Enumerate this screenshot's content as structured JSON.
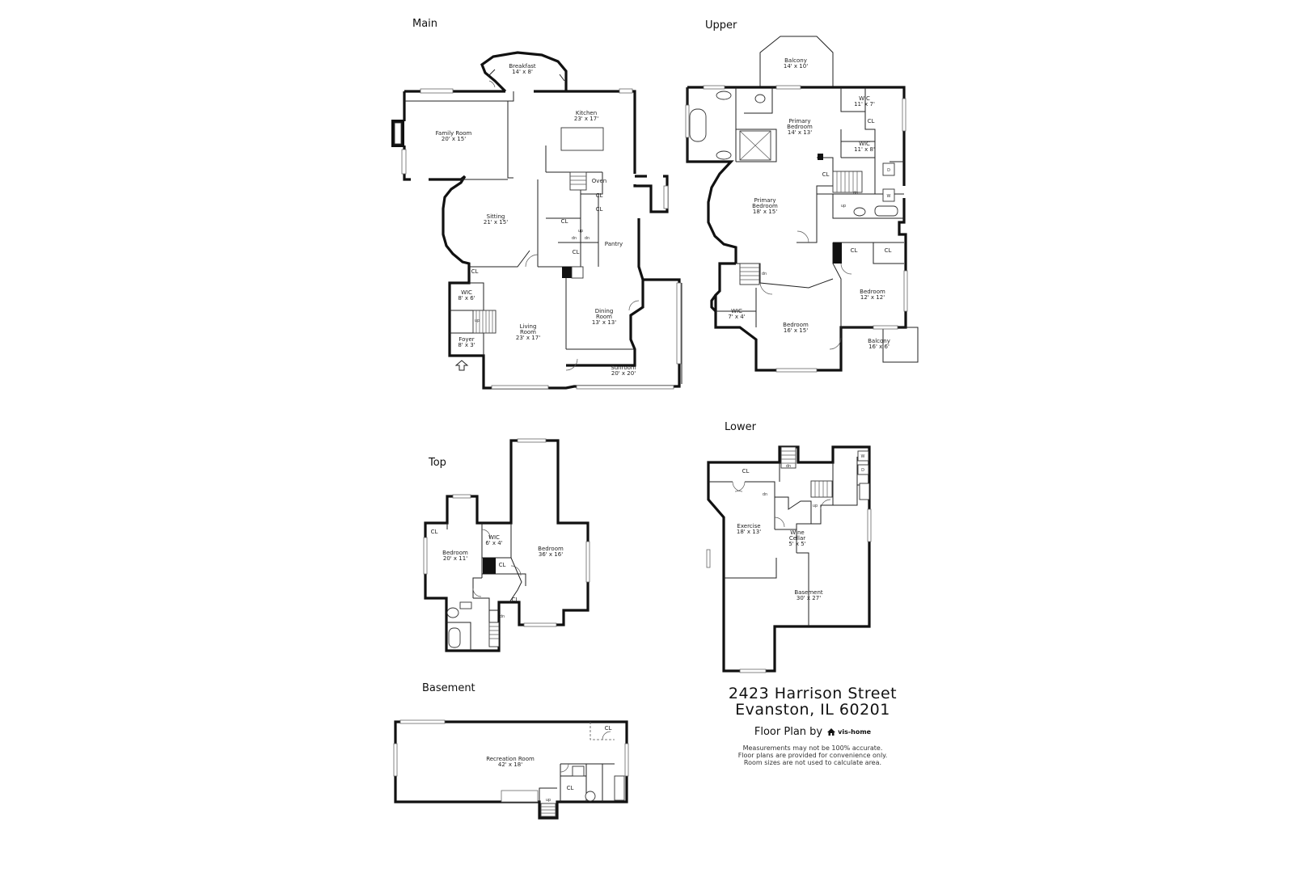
{
  "floors": {
    "main": "Main",
    "upper": "Upper",
    "top": "Top",
    "lower": "Lower",
    "basement": "Basement"
  },
  "rooms": {
    "breakfast": {
      "name": "Breakfast",
      "size": "14' x 8'"
    },
    "kitchen": {
      "name": "Kitchen",
      "size": "23' x 17'"
    },
    "family_room": {
      "name": "Family Room",
      "size": "20' x 15'"
    },
    "sitting": {
      "name": "Sitting",
      "size": "21' x 15'"
    },
    "pantry": {
      "name": "Pantry"
    },
    "oven": {
      "name": "Oven"
    },
    "dining_room": {
      "name1": "Dining",
      "name2": "Room",
      "size": "13' x 13'"
    },
    "living_room": {
      "name1": "Living",
      "name2": "Room",
      "size": "23' x 17'"
    },
    "wic_main": {
      "name": "WIC",
      "size": "8' x 6'"
    },
    "foyer": {
      "name": "Foyer",
      "size": "8' x 3'"
    },
    "sunroom": {
      "name": "Sunroom",
      "size": "20' x 20'"
    },
    "balcony_upper_top": {
      "name": "Balcony",
      "size": "14' x 10'"
    },
    "primary_bedroom_1": {
      "name1": "Primary",
      "name2": "Bedroom",
      "size": "14' x 13'"
    },
    "wic_upper_1": {
      "name": "WIC",
      "size": "11' x 7'"
    },
    "wic_upper_2": {
      "name": "WIC",
      "size": "11' x 8'"
    },
    "primary_bedroom_2": {
      "name1": "Primary",
      "name2": "Bedroom",
      "size": "18' x 15'"
    },
    "bedroom_upper_1": {
      "name": "Bedroom",
      "size": "12' x 12'"
    },
    "wic_upper_3": {
      "name": "WIC",
      "size": "7' x 4'"
    },
    "bedroom_upper_2": {
      "name": "Bedroom",
      "size": "16' x 15'"
    },
    "balcony_upper_side": {
      "name": "Balcony",
      "size": "16' x 6'"
    },
    "bedroom_top_1": {
      "name": "Bedroom",
      "size": "20' x 11'"
    },
    "wic_top": {
      "name": "WIC",
      "size": "6' x 4'"
    },
    "bedroom_top_2": {
      "name": "Bedroom",
      "size": "36' x 16'"
    },
    "exercise": {
      "name": "Exercise",
      "size": "18' x 13'"
    },
    "wine_cellar": {
      "name1": "Wine",
      "name2": "Cellar",
      "size": "5' x 5'"
    },
    "basement_lower": {
      "name": "Basement",
      "size": "30' x 27'"
    },
    "recreation_room": {
      "name": "Recreation Room",
      "size": "42' x 18'"
    }
  },
  "labels": {
    "closet": "CL",
    "up": "up",
    "down": "dn",
    "washer": "W",
    "dryer": "D"
  },
  "address": {
    "line1": "2423 Harrison Street",
    "line2": "Evanston, IL 60201"
  },
  "credit": {
    "text": "Floor Plan by",
    "brand": "vis-home",
    "logo_icon": "house-icon"
  },
  "disclaimer": [
    "Measurements may not be 100% accurate.",
    "Floor plans are provided for convenience only.",
    "Room sizes are not used to calculate area."
  ]
}
